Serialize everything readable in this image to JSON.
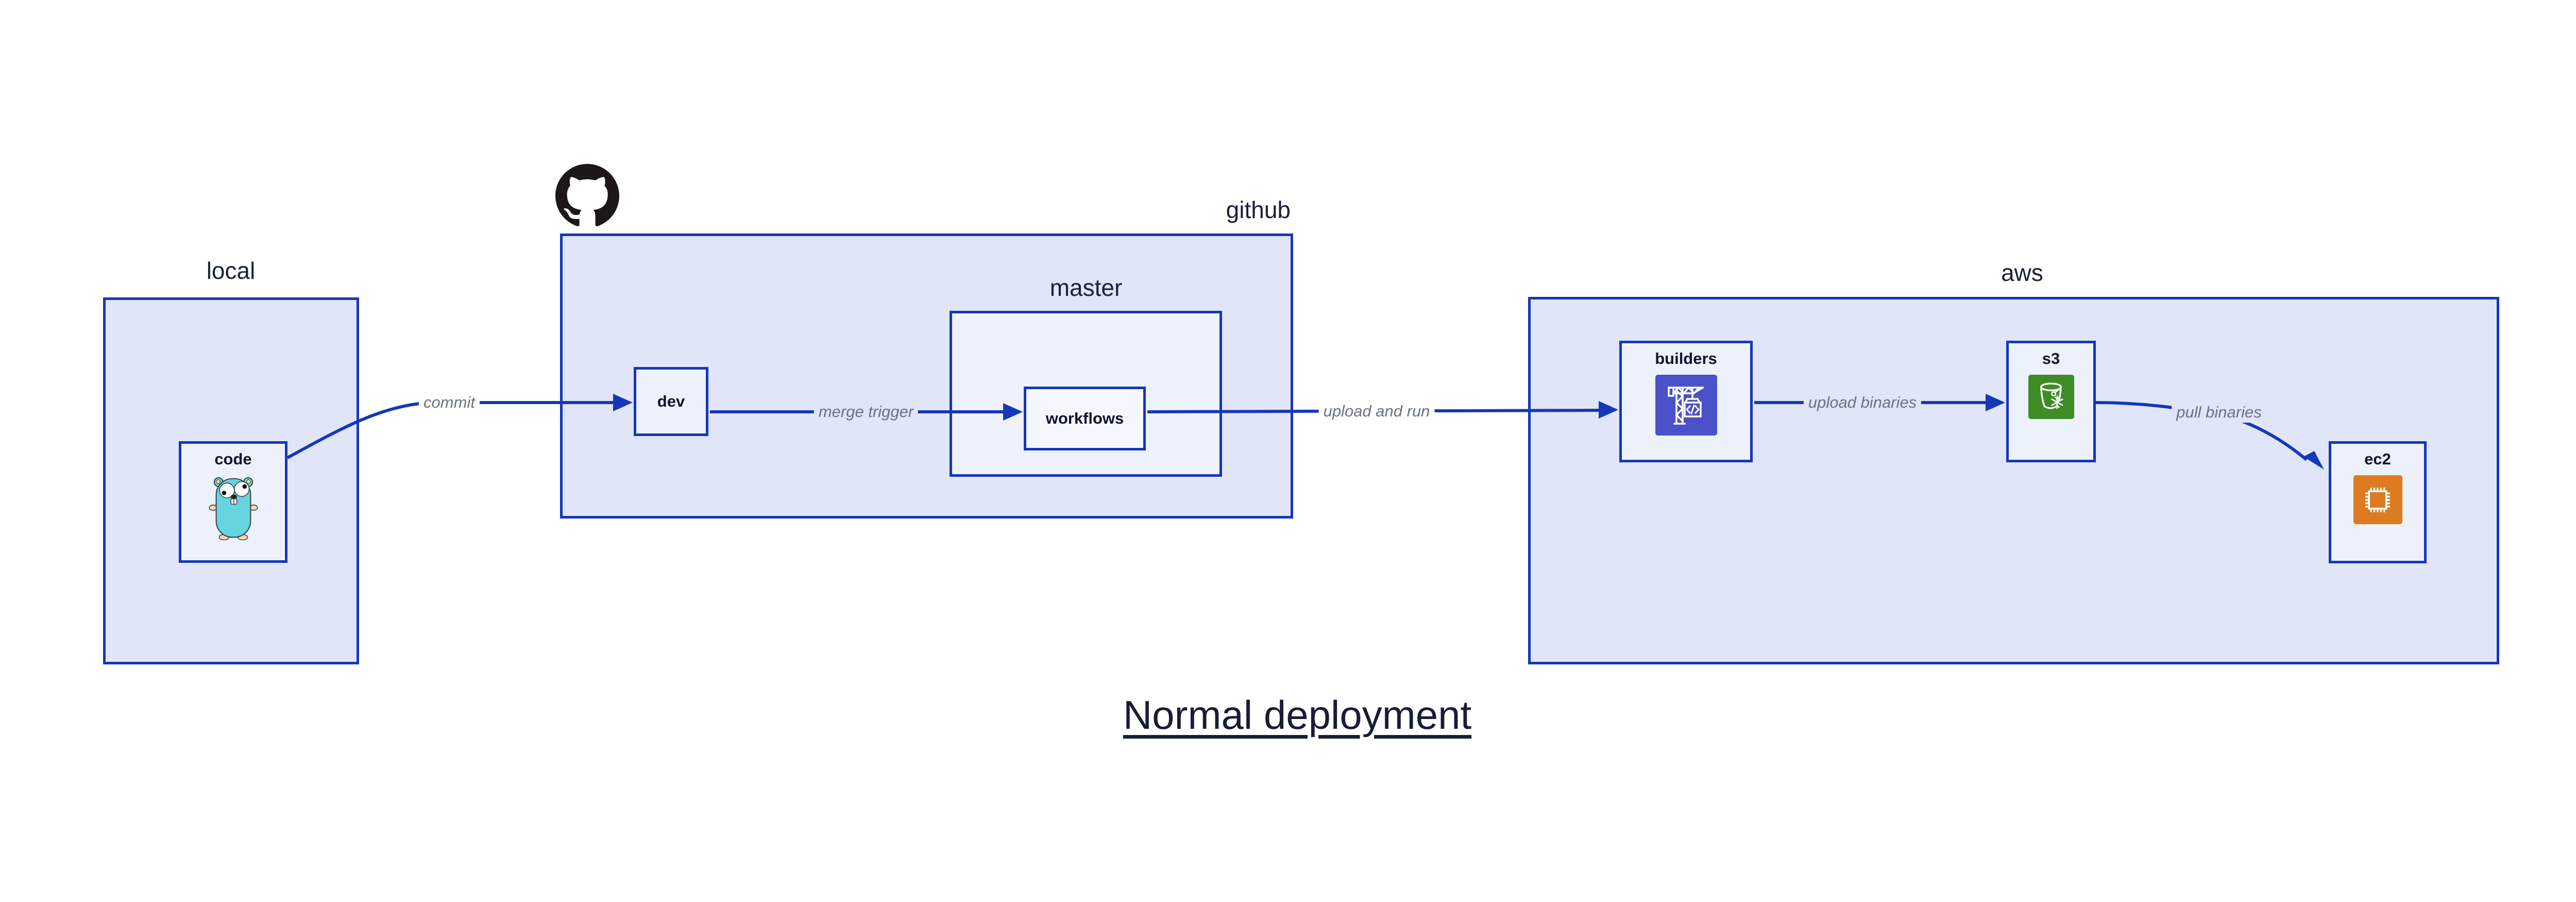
{
  "diagram": {
    "title": "Normal deployment",
    "groups": {
      "local": {
        "label": "local"
      },
      "github": {
        "label": "github"
      },
      "master": {
        "label": "master"
      },
      "aws": {
        "label": "aws"
      }
    },
    "nodes": {
      "code": {
        "label": "code",
        "icon": "go-gopher-icon"
      },
      "dev": {
        "label": "dev"
      },
      "workflows": {
        "label": "workflows"
      },
      "builders": {
        "label": "builders",
        "icon": "codebuild-crane-icon"
      },
      "s3": {
        "label": "s3",
        "icon": "s3-glacier-bucket-icon"
      },
      "ec2": {
        "label": "ec2",
        "icon": "ec2-chip-icon"
      }
    },
    "edges": {
      "commit": {
        "label": "commit",
        "from": "code",
        "to": "dev"
      },
      "merge_trigger": {
        "label": "merge trigger",
        "from": "dev",
        "to": "workflows"
      },
      "upload_and_run": {
        "label": "upload and run",
        "from": "workflows",
        "to": "builders"
      },
      "upload_binaries": {
        "label": "upload binaries",
        "from": "builders",
        "to": "s3"
      },
      "pull_binaries": {
        "label": "pull binaries",
        "from": "s3",
        "to": "ec2"
      }
    },
    "decorations": {
      "octocat": "github-octocat-icon"
    }
  },
  "colors": {
    "edge_blue": "#1537b8",
    "container_fill": "#e0e5f8",
    "node_fill": "#edf1fc",
    "master_fill": "#eef2fc",
    "workflows_fill": "#f5f7fe",
    "label_gray": "#6a7280",
    "text_navy": "#1a2138",
    "node_text": "#10142e",
    "title_color": "#181d35",
    "octocat_black": "#1b1817",
    "gopher_teal": "#67d3df",
    "gopher_beige": "#f6d7b0",
    "codebuild_indigo": "#4b51c8",
    "s3_green": "#3f8b26",
    "ec2_orange": "#dd7b21"
  }
}
